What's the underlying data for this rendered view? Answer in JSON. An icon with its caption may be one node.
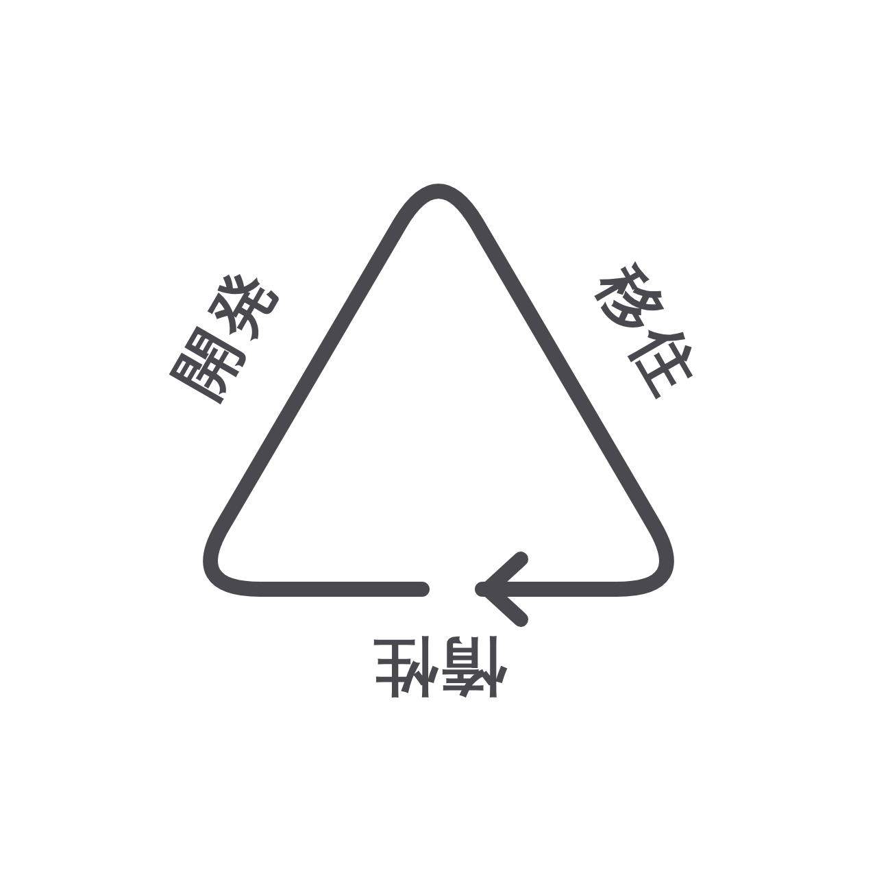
{
  "diagram": {
    "labels": [
      "開発",
      "移住",
      "惰性"
    ]
  }
}
